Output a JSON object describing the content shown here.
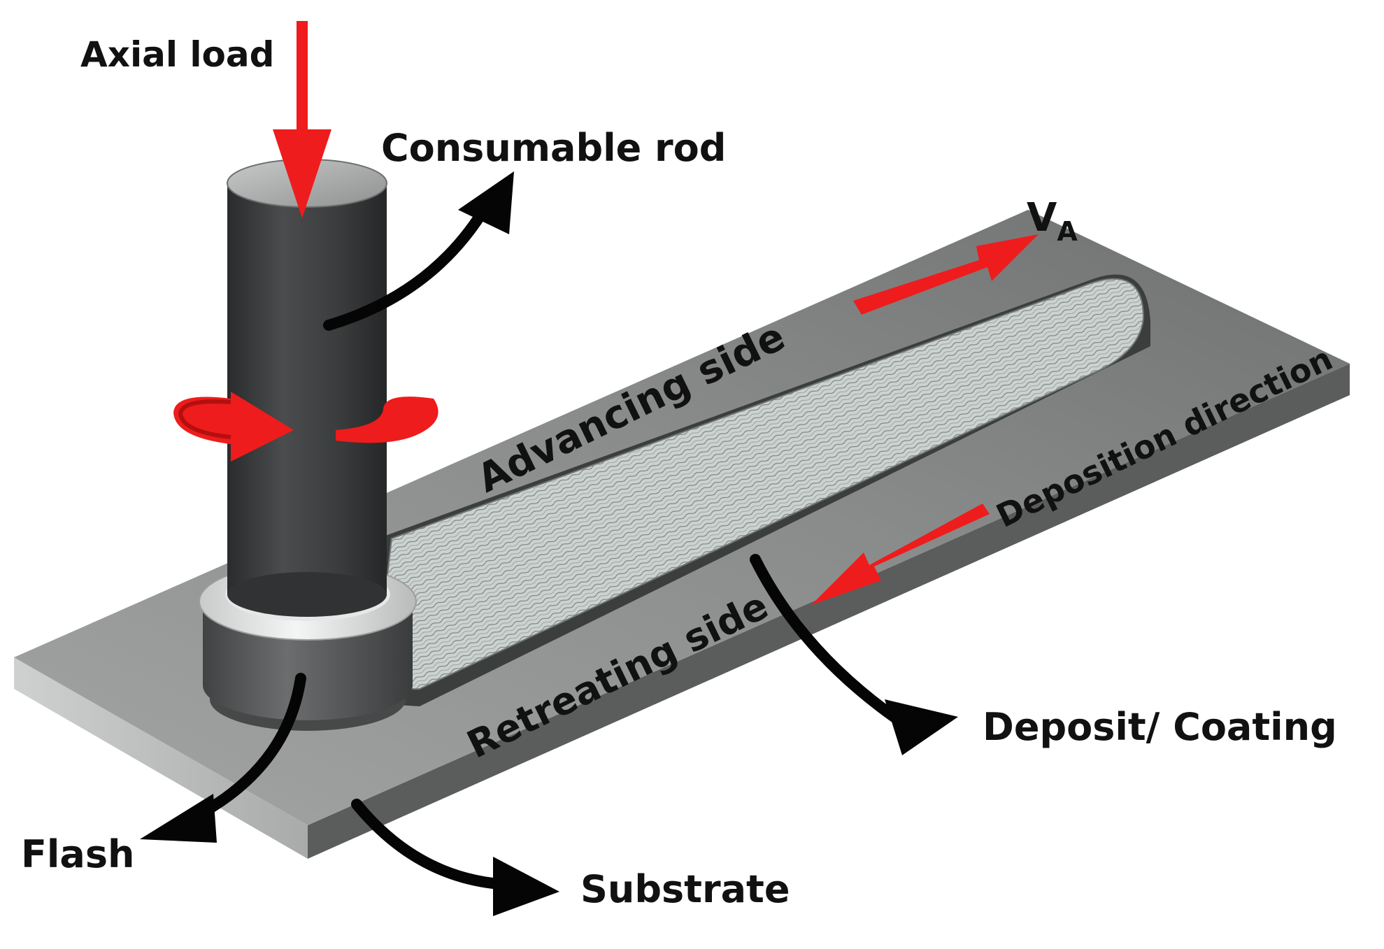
{
  "labels": {
    "axial_load": "Axial load",
    "consumable_rod": "Consumable rod",
    "velocity_main": "V",
    "velocity_sub": "A",
    "advancing_side": "Advancing side",
    "deposition_direction": "Deposition direction",
    "retreating_side": "Retreating side",
    "deposit_coating": "Deposit/ Coating",
    "flash": "Flash",
    "substrate": "Substrate"
  },
  "colors": {
    "arrow_red": "#ee1c1c",
    "pointer_black": "#050505",
    "substrate_top": "#8a8c8c",
    "substrate_front": "#b9bbbb",
    "substrate_side": "#5b5d5d",
    "rod": "#3d3f40",
    "deposit": "#c9cfcd"
  }
}
